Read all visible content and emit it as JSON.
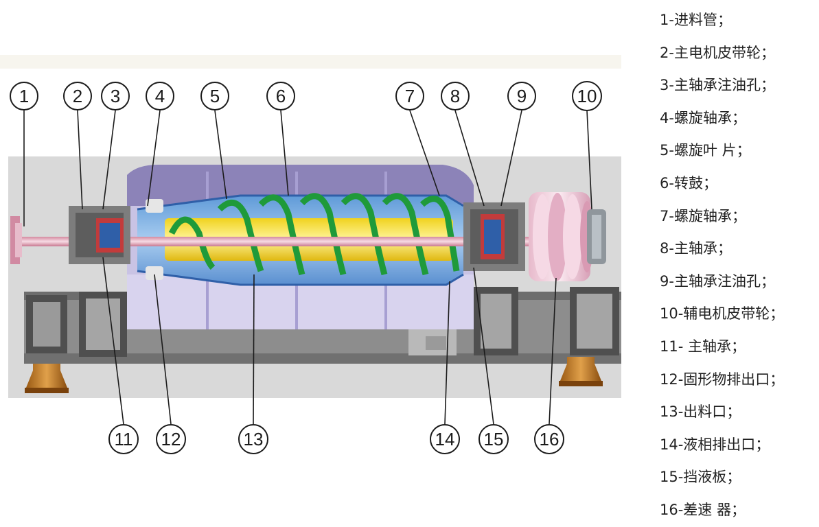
{
  "callouts": [
    "1",
    "2",
    "3",
    "4",
    "5",
    "6",
    "7",
    "8",
    "9",
    "10",
    "11",
    "12",
    "13",
    "14",
    "15",
    "16"
  ],
  "legend": [
    "1-进料管；",
    "2-主电机皮带轮；",
    "3-主轴承注油孔；",
    "4-螺旋轴承；",
    "5-螺旋叶 片；",
    "6-转鼓；",
    "7-螺旋轴承；",
    "8-主轴承；",
    "9-主轴承注油孔；",
    "10-辅电机皮带轮；",
    "11- 主轴承；",
    "12-固形物排出口；",
    "13-出料口；",
    "14-液相排出口；",
    "15-挡液板；",
    "16-差速 器；"
  ]
}
